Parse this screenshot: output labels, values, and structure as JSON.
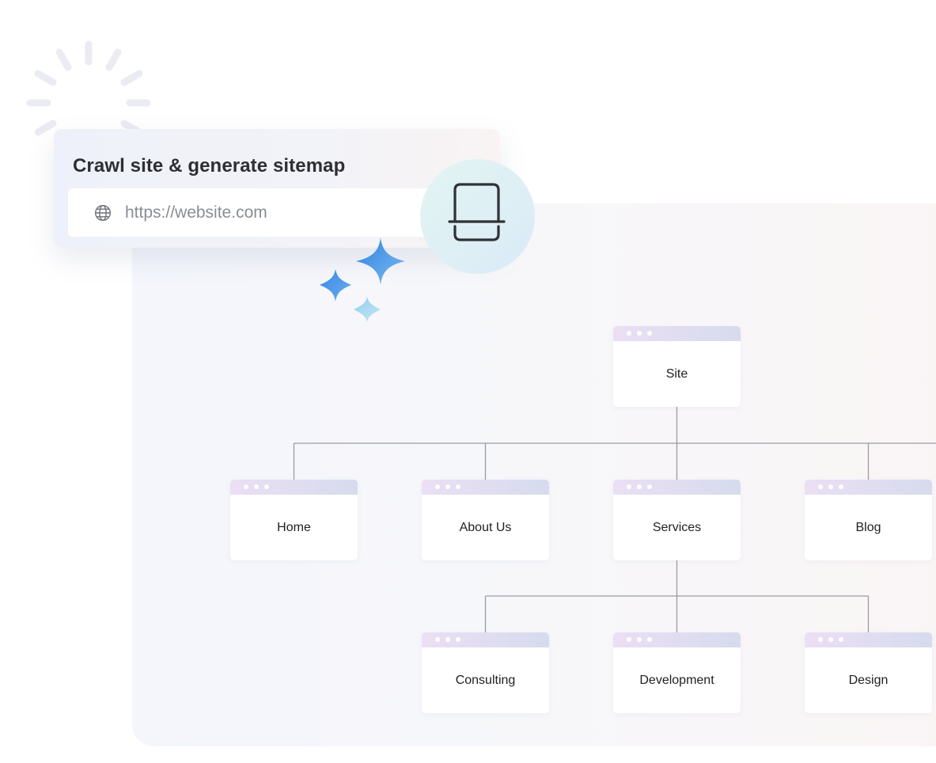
{
  "crawler": {
    "title": "Crawl site & generate sitemap",
    "url_placeholder": "https://website.com"
  },
  "icons": {
    "globe": "globe-icon",
    "scan": "scan-icon",
    "sparkles": "sparkles-icon",
    "loading": "loading-burst-icon"
  },
  "sitemap": {
    "root": {
      "label": "Site"
    },
    "pages": [
      {
        "label": "Home"
      },
      {
        "label": "About Us"
      },
      {
        "label": "Services"
      },
      {
        "label": "Blog"
      }
    ],
    "services_children": [
      {
        "label": "Consulting"
      },
      {
        "label": "Development"
      },
      {
        "label": "Design"
      }
    ]
  },
  "colors": {
    "accent_blue": "#3f86e0",
    "scan_icon": "#2f3136",
    "connector": "#9a9ca2",
    "title_text": "#2d2f33"
  }
}
